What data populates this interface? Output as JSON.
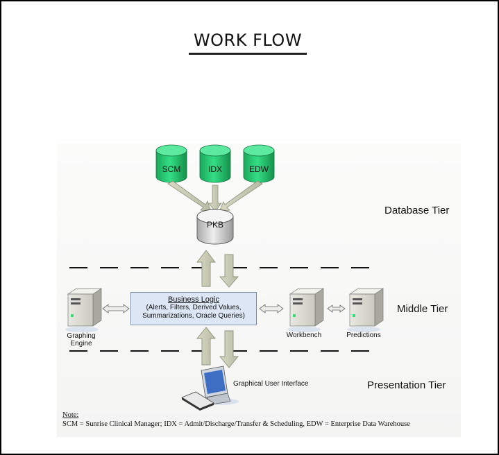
{
  "page": {
    "title": "WORK FLOW"
  },
  "diagram": {
    "databases": [
      {
        "label": "SCM",
        "color": "#22c46e"
      },
      {
        "label": "IDX",
        "color": "#22c46e"
      },
      {
        "label": "EDW",
        "color": "#22c46e"
      }
    ],
    "hub": {
      "label": "PKB",
      "color": "#d9d9d9"
    },
    "tiers": {
      "database": "Database Tier",
      "middle": "Middle Tier",
      "presentation": "Presentation Tier"
    },
    "business_logic": {
      "title": "Business Logic",
      "line1": "(Alerts, Filters, Derived Values,",
      "line2": "Summarizations, Oracle Queries)"
    },
    "servers": {
      "graphing_line1": "Graphing",
      "graphing_line2": "Engine",
      "workbench": "Workbench",
      "predictions": "Predictions"
    },
    "gui_label": "Graphical User Interface",
    "note": {
      "heading": "Note:",
      "text": "SCM = Sunrise Clinical Manager; IDX = Admit/Discharge/Transfer & Scheduling, EDW = Enterprise Data Warehouse"
    }
  }
}
